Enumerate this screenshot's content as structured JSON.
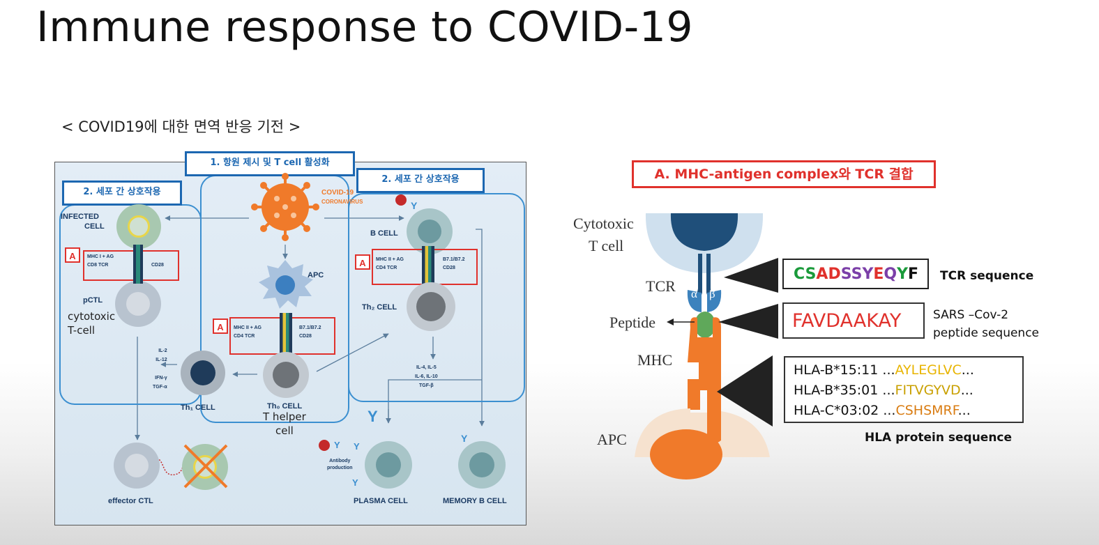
{
  "page": {
    "title": "Immune response to COVID-19",
    "subtitle": "< COVID19에 대한 면역 반응 기전 >"
  },
  "left_diagram": {
    "headers": {
      "center": "1. 항원 제시 및 T cell 활성화",
      "left": "2. 세포 간 상호작용",
      "right": "2. 세포 간 상호작용"
    },
    "virus_label": [
      "COVID-19",
      "CORONAVIRUS"
    ],
    "cells": {
      "infected": [
        "INFECTED",
        "CELL"
      ],
      "pctl": "pCTL",
      "apc": "APC",
      "b_cell": "B CELL",
      "th2": "Th₂ CELL",
      "th1": "Th₁ CELL",
      "th0": "Th₀ CELL",
      "effector": "effector CTL",
      "plasma": "PLASMA CELL",
      "memory_b": "MEMORY B CELL"
    },
    "complexes": {
      "left": {
        "badge": "A",
        "lines": [
          "MHC I + AG",
          "CD8 TCR"
        ],
        "right": "CD28"
      },
      "center": {
        "badge": "A",
        "lines": [
          "MHC II + AG",
          "CD4 TCR"
        ],
        "right": [
          "B7.1/B7.2",
          "CD28"
        ]
      },
      "right": {
        "badge": "A",
        "lines": [
          "MHC II + AG",
          "CD4 TCR"
        ],
        "right": [
          "B7.1/B7.2",
          "CD28"
        ]
      }
    },
    "cytokines_th1": [
      "IL-2",
      "IL-12",
      "IFN-γ",
      "TGF-α"
    ],
    "cytokines_th2": [
      "IL-4, IL-5",
      "IL-6, IL-10",
      "TGF-β"
    ],
    "antibody_production": [
      "Antibody",
      "production"
    ],
    "handwritten": {
      "cytotoxic": [
        "cytotoxic",
        "T-cell"
      ],
      "helper": [
        "T helper",
        "cell"
      ]
    }
  },
  "right_diagram": {
    "header": "A. MHC-antigen complex와 TCR 결합",
    "labels": {
      "cytotoxic": [
        "Cytotoxic",
        "T cell"
      ],
      "tcr": "TCR",
      "alpha": "α",
      "beta": "β",
      "peptide": "Peptide",
      "mhc": "MHC",
      "apc": "APC"
    },
    "tcr_sequence": [
      {
        "ch": "C",
        "color": "#1a9a3a"
      },
      {
        "ch": "S",
        "color": "#1a9a3a"
      },
      {
        "ch": "A",
        "color": "#e0312c"
      },
      {
        "ch": "D",
        "color": "#e0312c"
      },
      {
        "ch": "S",
        "color": "#7b3fa8"
      },
      {
        "ch": "S",
        "color": "#7b3fa8"
      },
      {
        "ch": "Y",
        "color": "#7b3fa8"
      },
      {
        "ch": "E",
        "color": "#e0312c"
      },
      {
        "ch": "Q",
        "color": "#7b3fa8"
      },
      {
        "ch": "Y",
        "color": "#1a9a3a"
      },
      {
        "ch": "F",
        "color": "#111111"
      }
    ],
    "tcr_sequence_label": "TCR sequence",
    "peptide_sequence": "FAVDAAKAY",
    "peptide_label": [
      "SARS –Cov-2",
      "peptide sequence"
    ],
    "hla": [
      {
        "allele": "HLA-B*15:11",
        "prefix": " ...",
        "seq": "AYLEGLVC",
        "suffix": "...",
        "color": "#e8b400"
      },
      {
        "allele": "HLA-B*35:01",
        "prefix": " ...",
        "seq": "FITVGYVD",
        "suffix": "...",
        "color": "#c9a000"
      },
      {
        "allele": "HLA-C*03:02",
        "prefix": " ...",
        "seq": "CSHSMRF",
        "suffix": "...",
        "color": "#d97c12"
      }
    ],
    "hla_label": "HLA protein sequence"
  }
}
